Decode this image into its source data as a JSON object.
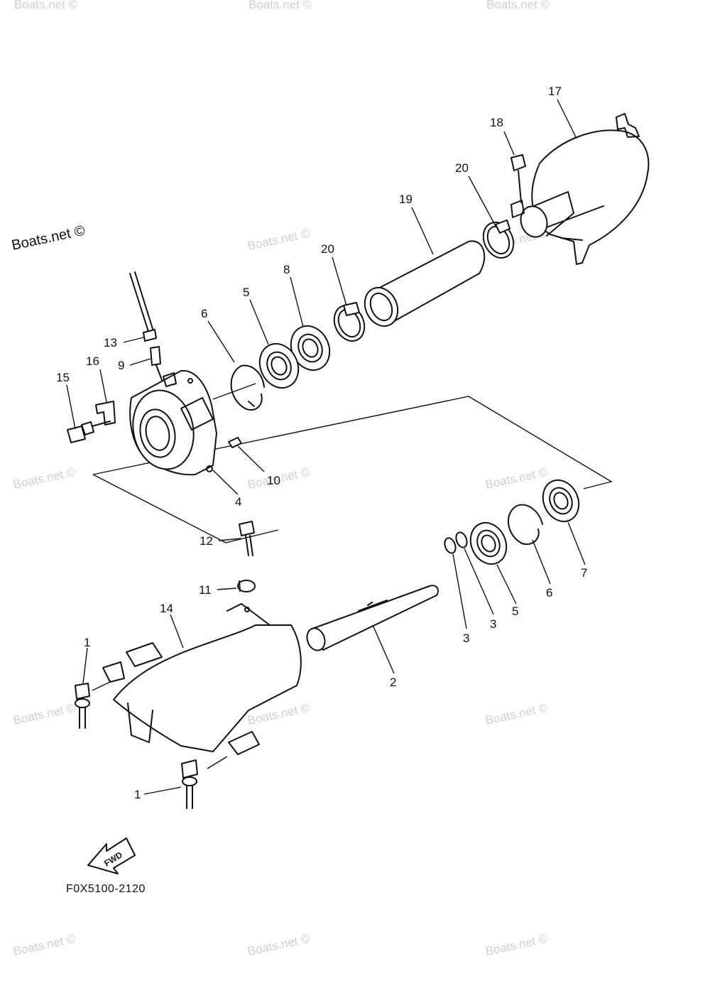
{
  "watermark": {
    "text": "Boats.net ©"
  },
  "diagram": {
    "code": "F0X5100-2120",
    "fwd_label": "FWD"
  },
  "callouts": [
    {
      "id": "c17",
      "label": "17"
    },
    {
      "id": "c18",
      "label": "18"
    },
    {
      "id": "c20a",
      "label": "20"
    },
    {
      "id": "c19",
      "label": "19"
    },
    {
      "id": "c20b",
      "label": "20"
    },
    {
      "id": "c8",
      "label": "8"
    },
    {
      "id": "c5a",
      "label": "5"
    },
    {
      "id": "c6a",
      "label": "6"
    },
    {
      "id": "c13",
      "label": "13"
    },
    {
      "id": "c9",
      "label": "9"
    },
    {
      "id": "c16",
      "label": "16"
    },
    {
      "id": "c15",
      "label": "15"
    },
    {
      "id": "c10",
      "label": "10"
    },
    {
      "id": "c4",
      "label": "4"
    },
    {
      "id": "c12",
      "label": "12"
    },
    {
      "id": "c11",
      "label": "11"
    },
    {
      "id": "c14",
      "label": "14"
    },
    {
      "id": "c1a",
      "label": "1"
    },
    {
      "id": "c1b",
      "label": "1"
    },
    {
      "id": "c2",
      "label": "2"
    },
    {
      "id": "c3a",
      "label": "3"
    },
    {
      "id": "c3b",
      "label": "3"
    },
    {
      "id": "c5b",
      "label": "5"
    },
    {
      "id": "c6b",
      "label": "6"
    },
    {
      "id": "c7",
      "label": "7"
    }
  ]
}
